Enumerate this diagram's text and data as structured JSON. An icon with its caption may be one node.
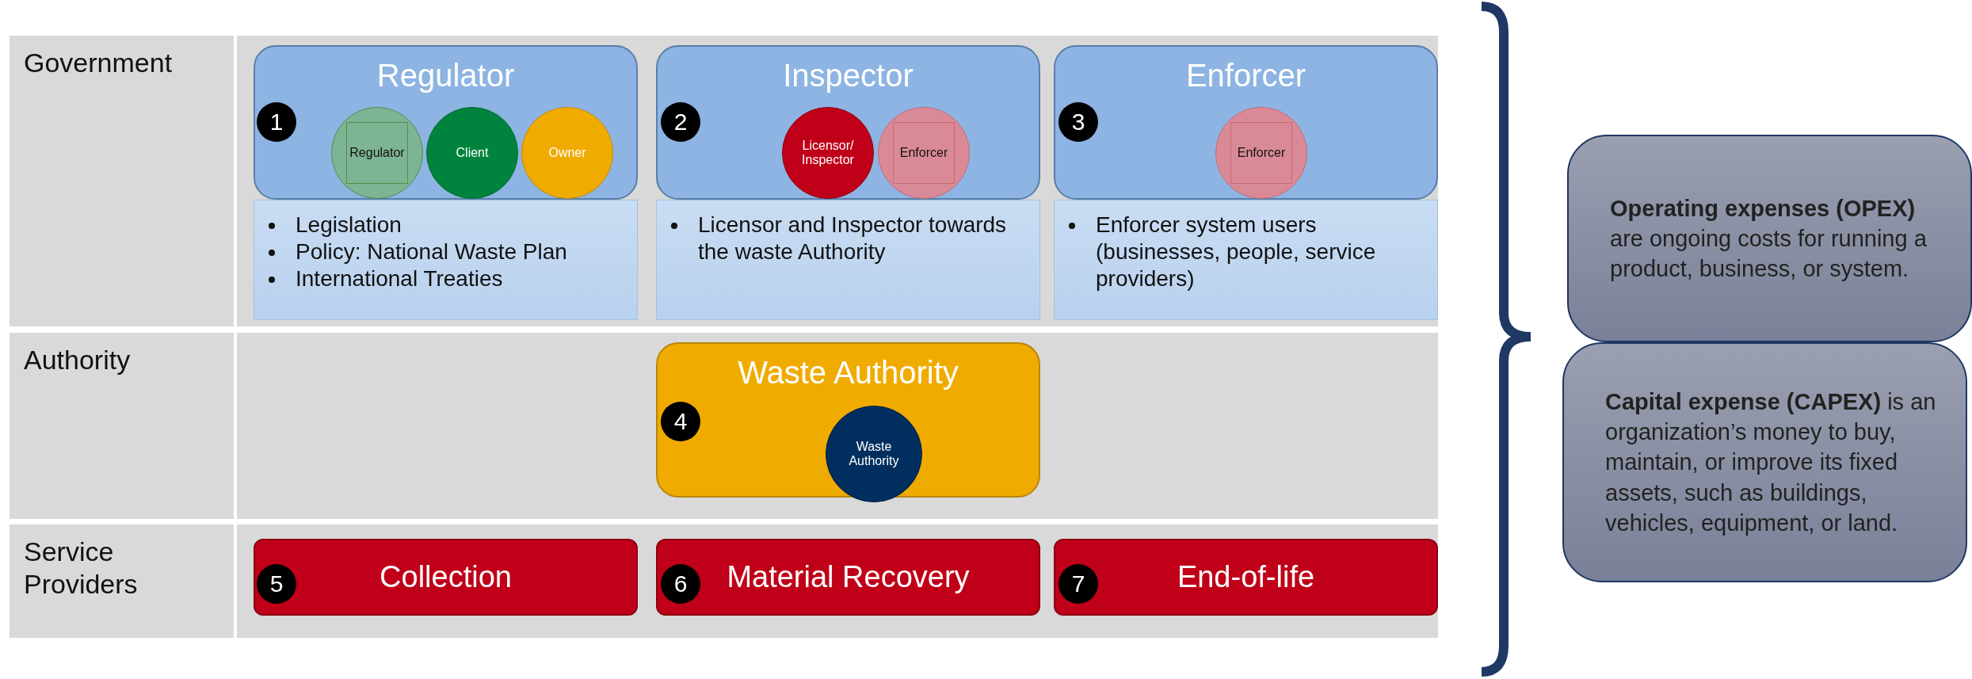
{
  "diagram": {
    "nodes": [
      {
        "text": [
          "Government"
        ]
      },
      {
        "text": [
          "Regulator"
        ],
        "in": 0
      },
      {
        "text": [
          "1"
        ],
        "in": 1
      },
      {
        "text": [
          "Regulator"
        ],
        "in": 1
      },
      {
        "text": [
          "Client"
        ],
        "in": 1
      },
      {
        "text": [
          "Owner"
        ],
        "in": 1
      },
      {
        "text": [
          "Legislation",
          "Policy: National Waste Plan",
          "International Treaties"
        ],
        "in": 0
      },
      {
        "text": [
          "Inspector"
        ],
        "in": 0
      },
      {
        "text": [
          "2"
        ],
        "in": 7
      },
      {
        "text": [
          "Licensor/ Inspector"
        ],
        "in": 7
      },
      {
        "text": [
          "Enforcer"
        ],
        "in": 7
      },
      {
        "text": [
          "Licensor and Inspector towards the waste Authority"
        ],
        "in": 0
      },
      {
        "text": [
          "Enforcer"
        ],
        "in": 0
      },
      {
        "text": [
          "3"
        ],
        "in": 12
      },
      {
        "text": [
          "Enforcer"
        ],
        "in": 12
      },
      {
        "text": [
          "Enforcer system users (businesses, people, service providers)"
        ],
        "in": 0
      },
      {
        "text": [
          "Authority"
        ]
      },
      {
        "text": [
          "Waste Authority"
        ],
        "in": 16
      },
      {
        "text": [
          "4"
        ],
        "in": 17
      },
      {
        "text": [
          "Waste Authority"
        ],
        "in": 17
      },
      {
        "text": [
          "Service Providers"
        ]
      },
      {
        "text": [
          "Collection"
        ],
        "in": 20
      },
      {
        "text": [
          "5"
        ],
        "in": 21
      },
      {
        "text": [
          "Material Recovery"
        ],
        "in": 20
      },
      {
        "text": [
          "6"
        ],
        "in": 23
      },
      {
        "text": [
          "End-of-life"
        ],
        "in": 20
      },
      {
        "text": [
          "7"
        ],
        "in": 25
      },
      {
        "text": [
          "**Operating expenses (OPEX)** are ongoing costs for running a product, business, or system."
        ]
      },
      {
        "text": [
          "**Capital expense (CAPEX)** is an organization’s money to buy, maintain, or improve its fixed assets, such as buildings, vehicles, equipment, or land."
        ]
      }
    ],
    "edges": []
  }
}
